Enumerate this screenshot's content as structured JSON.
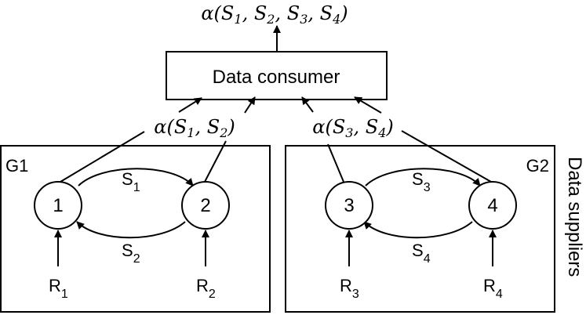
{
  "top_output": {
    "func": "α",
    "args": [
      {
        "name": "S",
        "sub": "1"
      },
      {
        "name": "S",
        "sub": "2"
      },
      {
        "name": "S",
        "sub": "3"
      },
      {
        "name": "S",
        "sub": "4"
      }
    ]
  },
  "consumer": {
    "label": "Data consumer"
  },
  "group_aggregates": [
    {
      "func": "α",
      "args": [
        {
          "name": "S",
          "sub": "1"
        },
        {
          "name": "S",
          "sub": "2"
        }
      ]
    },
    {
      "func": "α",
      "args": [
        {
          "name": "S",
          "sub": "3"
        },
        {
          "name": "S",
          "sub": "4"
        }
      ]
    }
  ],
  "side_label": "Data suppliers",
  "groups": [
    {
      "label": "G1",
      "nodes": [
        "1",
        "2"
      ],
      "edge_top": {
        "name": "S",
        "sub": "1"
      },
      "edge_bottom": {
        "name": "S",
        "sub": "2"
      },
      "inputs": [
        {
          "name": "R",
          "sub": "1"
        },
        {
          "name": "R",
          "sub": "2"
        }
      ]
    },
    {
      "label": "G2",
      "nodes": [
        "3",
        "4"
      ],
      "edge_top": {
        "name": "S",
        "sub": "3"
      },
      "edge_bottom": {
        "name": "S",
        "sub": "4"
      },
      "inputs": [
        {
          "name": "R",
          "sub": "3"
        },
        {
          "name": "R",
          "sub": "4"
        }
      ]
    }
  ]
}
